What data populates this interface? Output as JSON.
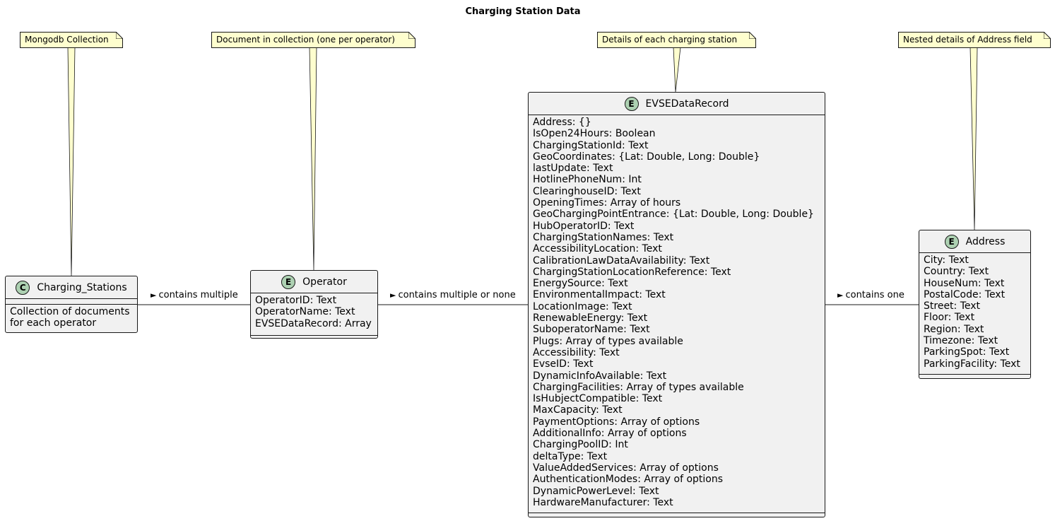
{
  "diagram": {
    "title": "Charging Station Data"
  },
  "notes": {
    "mongodb": "Mongodb Collection",
    "document": "Document in collection (one per operator)",
    "details": "Details of each charging station",
    "nested": "Nested details of Address field"
  },
  "charging_stations": {
    "badge": "C",
    "name": "Charging_Stations",
    "lines": [
      "Collection of documents",
      "for each operator"
    ]
  },
  "operator": {
    "badge": "E",
    "name": "Operator",
    "fields": [
      "OperatorID: Text",
      "OperatorName: Text",
      "EVSEDataRecord: Array"
    ]
  },
  "evse": {
    "badge": "E",
    "name": "EVSEDataRecord",
    "fields": [
      "Address: {}",
      "IsOpen24Hours: Boolean",
      "ChargingStationId: Text",
      "GeoCoordinates: {Lat: Double, Long: Double}",
      "lastUpdate: Text",
      "HotlinePhoneNum: Int",
      "ClearinghouseID: Text",
      "OpeningTimes: Array of hours",
      "GeoChargingPointEntrance: {Lat: Double, Long: Double}",
      "HubOperatorID: Text",
      "ChargingStationNames: Text",
      "AccessibilityLocation: Text",
      "CalibrationLawDataAvailability: Text",
      "ChargingStationLocationReference: Text",
      "EnergySource: Text",
      "EnvironmentalImpact: Text",
      "LocationImage: Text",
      "RenewableEnergy: Text",
      "SuboperatorName: Text",
      "Plugs: Array of types available",
      "Accessibility: Text",
      "EvseID: Text",
      "DynamicInfoAvailable: Text",
      "ChargingFacilities: Array of types available",
      "IsHubjectCompatible: Text",
      "MaxCapacity: Text",
      "PaymentOptions: Array of options",
      "AdditionalInfo: Array of options",
      "ChargingPoolID: Int",
      "deltaType: Text",
      "ValueAddedServices: Array of options",
      "AuthenticationModes: Array of options",
      "DynamicPowerLevel: Text",
      "HardwareManufacturer: Text"
    ]
  },
  "address": {
    "badge": "E",
    "name": "Address",
    "fields": [
      "City: Text",
      "Country: Text",
      "HouseNum: Text",
      "PostalCode: Text",
      "Street: Text",
      "Floor: Text",
      "Region: Text",
      "Timezone: Text",
      "ParkingSpot: Text",
      "ParkingFacility: Text"
    ]
  },
  "relations": {
    "stations_operator": "contains multiple",
    "operator_evse": "contains multiple or none",
    "evse_address": "contains one"
  }
}
